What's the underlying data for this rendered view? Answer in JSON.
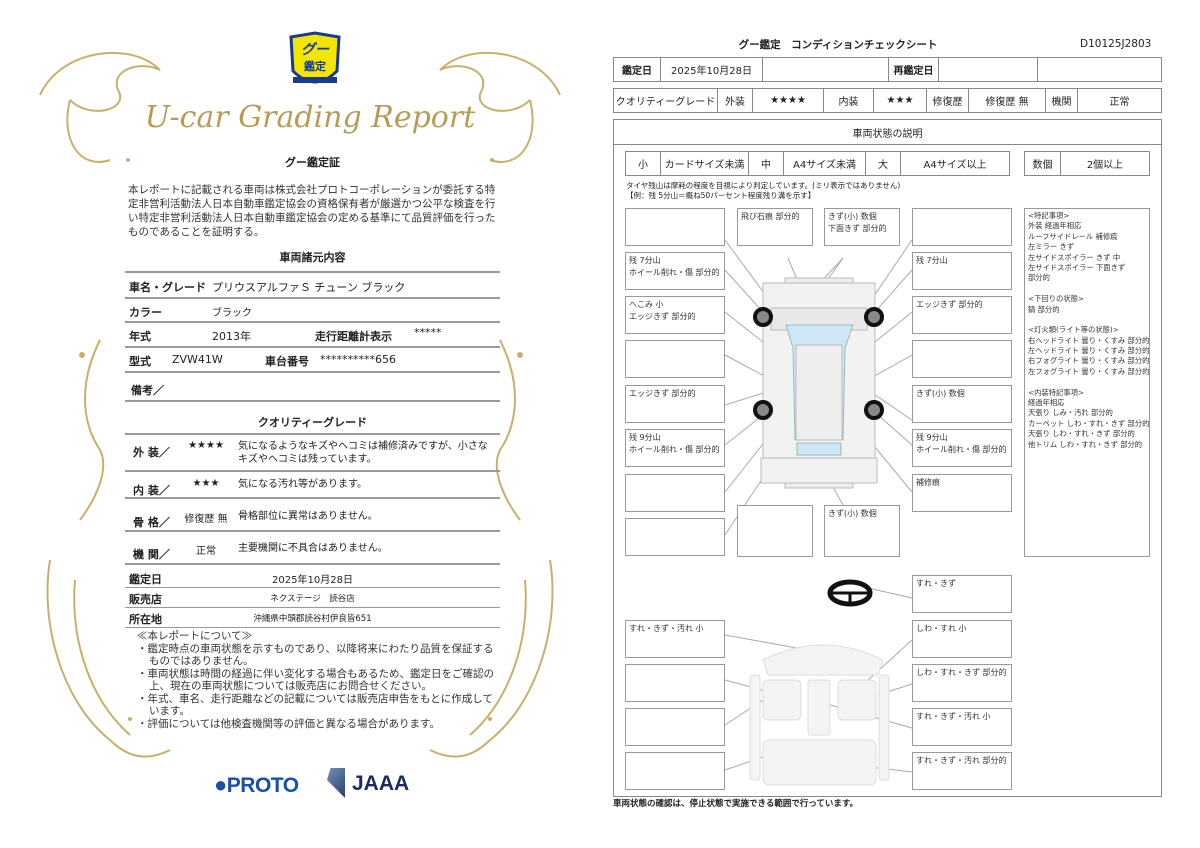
{
  "colors": {
    "gold": "#c8b06a",
    "proto_blue": "#1a4fa8",
    "jaaa_navy": "#1c2a60",
    "glass": "#cfe6f7",
    "badge_yellow": "#f2e600"
  },
  "left": {
    "badge": {
      "line1": "グー",
      "line2": "鑑定"
    },
    "report_title": "U-car Grading Report",
    "cert_title": "グー鑑定証",
    "cert_text": "本レポートに記載される車両は株式会社プロトコーポレーションが委託する特定非営利活動法人日本自動車鑑定協会の資格保有者が厳選かつ公平な検査を行い特定非営利活動法人日本自動車鑑定協会の定める基準にて品質評価を行ったものであることを証明する。",
    "specs_title": "車両諸元内容",
    "specs": {
      "name_label": "車名・グレード",
      "name": "プリウスアルファＳ チューン ブラック",
      "color_label": "カラー",
      "color": "ブラック",
      "year_label": "年式",
      "year": "2013年",
      "mileage_label": "走行距離計表示",
      "mileage": "*****",
      "model_label": "型式",
      "model": "ZVW41W",
      "chassis_label": "車台番号",
      "chassis": "**********656",
      "remarks_label": "備考／"
    },
    "grade_title": "クオリティーグレード",
    "grades": [
      {
        "label": "外 装／",
        "value": "★★★★",
        "desc": "気になるようなキズやヘコミは補修済みですが、小さなキズやヘコミは残っています。"
      },
      {
        "label": "内 装／",
        "value": "★★★",
        "desc": "気になる汚れ等があります。"
      },
      {
        "label": "骨 格／",
        "value": "修復歴 無",
        "desc": "骨格部位に異常はありません。"
      },
      {
        "label": "機 関／",
        "value": "正常",
        "desc": "主要機関に不具合はありません。"
      }
    ],
    "info": {
      "date_label": "鑑定日",
      "date": "2025年10月28日",
      "shop_label": "販売店",
      "shop": "ネクステージ　読谷店",
      "address_label": "所在地",
      "address": "沖縄県中頭郡読谷村伊良皆651"
    },
    "notes_title": "≪本レポートについて≫",
    "notes": [
      "・鑑定時点の車両状態を示すものであり、以降将来にわたり品質を保証するものではありません。",
      "・車両状態は時間の経過に伴い変化する場合もあるため、鑑定日をご確認の上、現在の車両状態については販売店にお問合せください。",
      "・年式、車名、走行距離などの記載については販売店申告をもとに作成しています。",
      "・評価については他検査機関等の評価と異なる場合があります。"
    ],
    "logos": {
      "proto": "PROTO",
      "jaaa": "JAAA"
    }
  },
  "right": {
    "title": "グー鑑定　コンディションチェックシート",
    "doc_id": "D10125J2803",
    "row1": {
      "date_label": "鑑定日",
      "date": "2025年10月28日",
      "redate_label": "再鑑定日"
    },
    "row2": {
      "grade_label": "クオリティーグレード",
      "ext_label": "外装",
      "ext": "★★★★",
      "int_label": "内装",
      "int": "★★★",
      "repair_label": "修復歴",
      "repair": "修復歴 無",
      "engine_label": "機関",
      "engine": "正常"
    },
    "section_title": "車両状態の説明",
    "sizes": [
      "小",
      "カードサイズ未満",
      "中",
      "A4サイズ未満",
      "大",
      "A4サイズ以上"
    ],
    "count": [
      "数個",
      "2個以上"
    ],
    "tire_note1": "タイヤ残山は摩耗の程度を目視により判定しています。(ミリ表示ではありません)",
    "tire_note2": "【例：残 5分山＝概ね50パーセント程度残り溝を示す】",
    "exterior_boxes": {
      "l1": "",
      "l2a": "残 7分山",
      "l2b": "ホイール削れ・傷 部分的",
      "l3a": "へこみ 小",
      "l3b": "エッジきず 部分的",
      "l4": "",
      "l5": "エッジきず 部分的",
      "l6a": "残 9分山",
      "l6b": "ホイール削れ・傷 部分的",
      "l7": "",
      "l8": "",
      "t1": "飛び石痕 部分的",
      "t2a": "きず(小) 数個",
      "t2b": "下面きず 部分的",
      "b1": "",
      "b2": "きず(小) 数個",
      "r1": "",
      "r2": "残 7分山",
      "r3": "エッジきず 部分的",
      "r4": "",
      "r5": "きず(小) 数個",
      "r6a": "残 9分山",
      "r6b": "ホイール削れ・傷 部分的",
      "r7": "補修痕"
    },
    "remarks": [
      "<特記事項>",
      "外装 経過年相応",
      "ルーフサイドレール 補修痕",
      "左ミラー きず",
      "左サイドスポイラー きず 中",
      "左サイドスポイラー 下面きず",
      "部分的",
      "",
      "<下回りの状態>",
      "錆 部分的",
      "",
      "<灯火類(ライト等の状態)>",
      "右ヘッドライト 曇り・くすみ 部分的",
      "左ヘッドライト 曇り・くすみ 部分的",
      "右フォグライト 曇り・くすみ 部分的",
      "左フォグライト 曇り・くすみ 部分的",
      "",
      "<内装特記事項>",
      "経過年相応",
      "天張り しみ・汚れ 部分的",
      "カーペット しわ・すれ・きず 部分的",
      "天張り しわ・すれ・きず 部分的",
      "他トリム しわ・すれ・きず 部分的"
    ],
    "interior_boxes": {
      "r1": "すれ・きず",
      "r2": "しわ・すれ 小",
      "r3": "しわ・すれ・きず 部分的",
      "r4": "すれ・きず・汚れ 小",
      "r5": "すれ・きず・汚れ 部分的",
      "l1": "すれ・きず・汚れ 小",
      "l2": "",
      "l3": "",
      "l4": ""
    },
    "footer": "車両状態の確認は、停止状態で実施できる範囲で行っています。"
  }
}
